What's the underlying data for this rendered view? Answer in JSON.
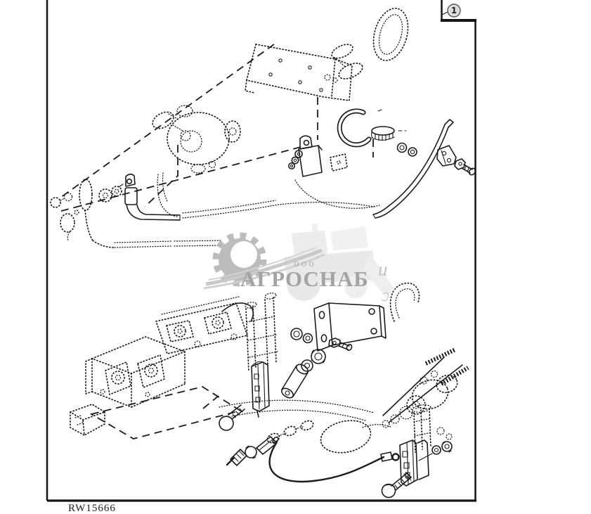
{
  "figure": {
    "code": "RW15666",
    "callout": "1"
  },
  "watermark": {
    "prefix": "ооо",
    "name": "АГРОСНАБ",
    "letter": "и"
  },
  "colors": {
    "ink": "#1c1c1c",
    "frame": "#141414",
    "callout_fill": "#dddddd",
    "watermark_name_gray": "#9a9a9a",
    "watermark_prefix_gray": "#a8a8a8",
    "watermark_art_gray": "#bdbdbd",
    "watermark_light_gray": "#eaeaea"
  }
}
